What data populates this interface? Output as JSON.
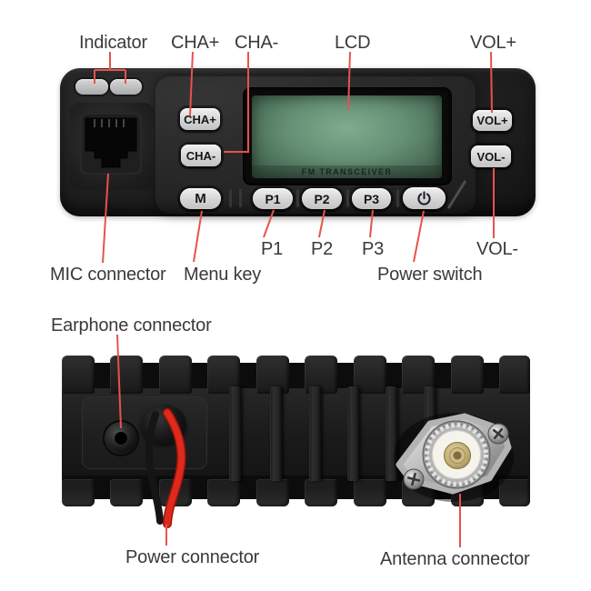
{
  "colors": {
    "callout_line": "#e8524e",
    "label_text": "#3a3a3a",
    "panel_black": "#222222",
    "button_face": "#d9d9d9",
    "lcd_green": "#648f74",
    "wire_red": "#d9261a",
    "wire_black": "#151515"
  },
  "front_panel": {
    "annotations": {
      "indicator": "Indicator",
      "cha_plus": "CHA+",
      "cha_minus": "CHA-",
      "lcd": "LCD",
      "vol_plus": "VOL+",
      "vol_minus": "VOL-",
      "p1": "P1",
      "p2": "P2",
      "p3": "P3",
      "mic": "MIC connector",
      "menu": "Menu key",
      "power": "Power switch"
    },
    "controls": {
      "cha_plus": "CHA+",
      "cha_minus": "CHA-",
      "vol_plus": "VOL+",
      "vol_minus": "VOL-",
      "menu": "M",
      "p1": "P1",
      "p2": "P2",
      "p3": "P3",
      "power_icon": "power-symbol"
    },
    "lcd": {
      "text": "FM TRANSCEIVER"
    }
  },
  "rear_panel": {
    "annotations": {
      "earphone": "Earphone connector",
      "power": "Power connector",
      "antenna": "Antenna connector"
    }
  }
}
